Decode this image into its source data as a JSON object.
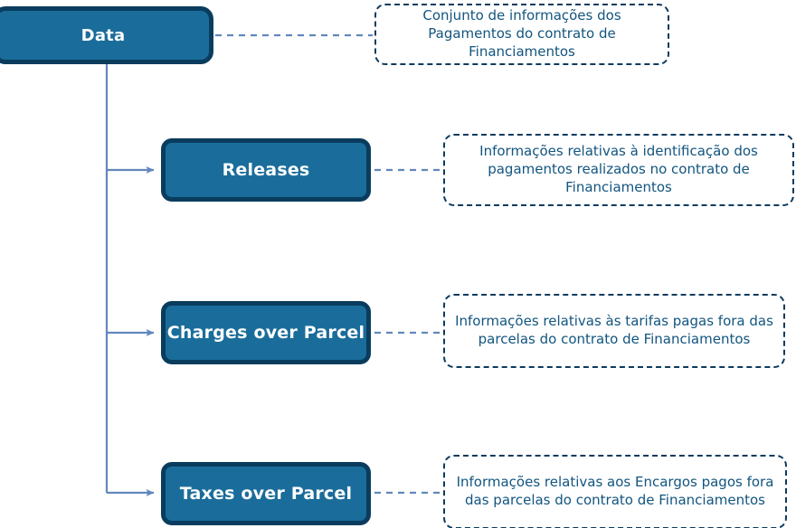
{
  "diagram": {
    "type": "tree",
    "title_node": "Data",
    "language": "pt-BR",
    "colors": {
      "node_fill": "#1a6d9b",
      "node_border": "#0a3c5d",
      "node_text": "#ffffff",
      "note_border": "#0d3b5e",
      "note_text": "#12557f",
      "connector": "#6287bd",
      "background": "#ffffff"
    },
    "root": {
      "label": "Data",
      "note": "Conjunto de informações dos Pagamentos do contrato de Financiamentos"
    },
    "children": [
      {
        "label": "Releases",
        "note": "Informações relativas à identificação dos pagamentos realizados no contrato de Financiamentos"
      },
      {
        "label": "Charges over Parcel",
        "note": "Informações relativas às tarifas pagas fora das parcelas do contrato de Financiamentos"
      },
      {
        "label": "Taxes over Parcel",
        "note": "Informações relativas aos Encargos pagos fora das parcelas do contrato de Financiamentos"
      }
    ]
  }
}
